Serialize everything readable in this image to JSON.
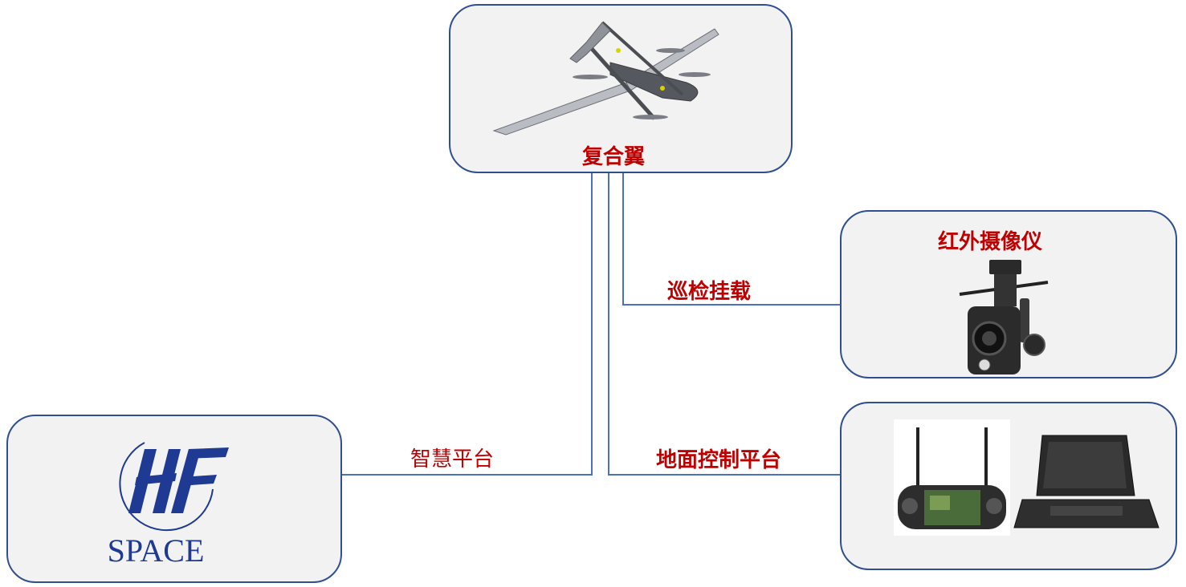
{
  "nodes": {
    "drone": {
      "label": "复合翼",
      "icon": "vtol-drone-icon"
    },
    "camera": {
      "label": "红外摄像仪",
      "icon": "infrared-gimbal-camera-icon"
    },
    "ground": {
      "icon": "ground-station-icon"
    },
    "logo": {
      "text": "SPACE",
      "icon": "hf-logo-icon"
    }
  },
  "edges": {
    "patrol": "巡检挂载",
    "ground_control": "地面控制平台",
    "smart_platform": "智慧平台"
  },
  "colors": {
    "box_border": "#2f4f8f",
    "box_fill": "#f2f2f2",
    "line": "#4a72b8",
    "label_red": "#c00000",
    "logo_blue": "#1f3a93"
  }
}
